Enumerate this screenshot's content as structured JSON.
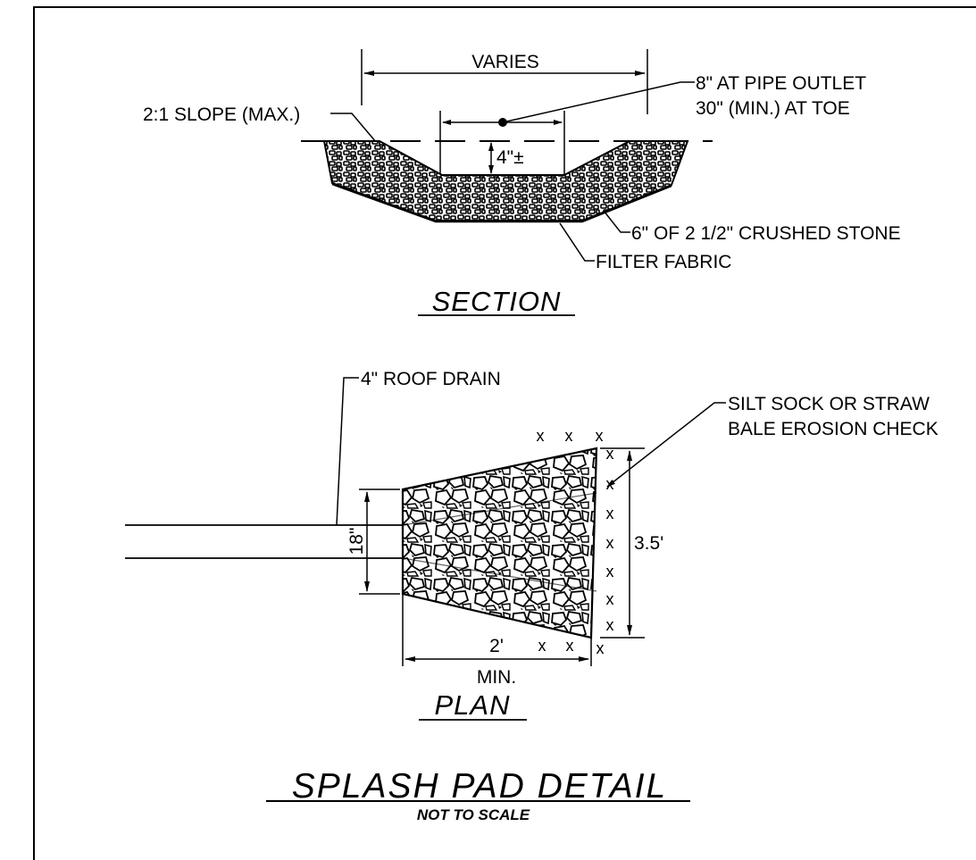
{
  "section": {
    "dim_varies": "VARIES",
    "label_slope": "2:1 SLOPE (MAX.)",
    "label_outlet_line1": "8\" AT PIPE OUTLET",
    "label_outlet_line2": "30\" (MIN.) AT TOE",
    "dim_depth": "4\"±",
    "label_stone": "6\" OF 2 1/2\" CRUSHED STONE",
    "label_fabric": "FILTER FABRIC",
    "title": "SECTION"
  },
  "plan": {
    "label_drain": "4\" ROOF DRAIN",
    "label_sock_line1": "SILT SOCK OR STRAW",
    "label_sock_line2": "BALE EROSION CHECK",
    "dim_width": "18\"",
    "dim_height": "3.5'",
    "dim_length": "2'",
    "dim_length_sub": "MIN.",
    "title": "PLAN",
    "x_mark": "x"
  },
  "detail": {
    "title": "SPLASH PAD DETAIL",
    "subtitle": "NOT TO SCALE"
  }
}
